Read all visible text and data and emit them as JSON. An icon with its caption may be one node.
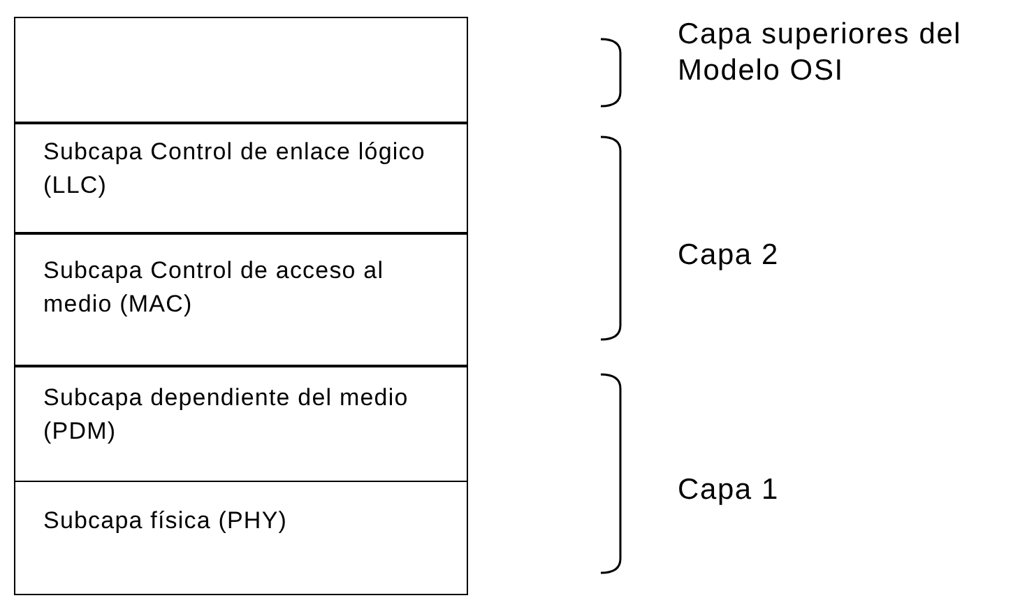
{
  "diagram": {
    "nodes": [
      {
        "text": [],
        "shape": "box"
      },
      {
        "text": [
          "Subcapa Control de enlace lógico (LLC)"
        ]
      },
      {
        "text": [
          "Subcapa Control de acceso al medio (MAC)"
        ]
      },
      {
        "text": [
          "Subcapa dependiente del medio (PDM)"
        ]
      },
      {
        "text": [
          "Subcapa física (PHY)"
        ]
      }
    ],
    "labels": [
      "Capa superiores del Modelo OSI",
      "Capa 2",
      "Capa 1"
    ]
  }
}
